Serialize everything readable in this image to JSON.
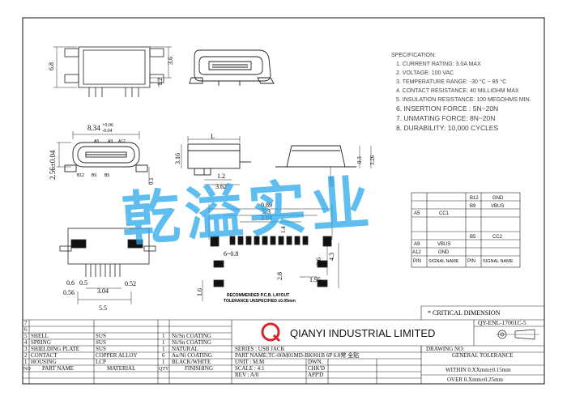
{
  "spec": {
    "heading": "SPECIFICATION:",
    "items": [
      "1. CURRENT RATING: 3.0A MAX",
      "2. VOLTAGE: 100 VAC",
      "3. TEMPERATURE RANGE: -30 °C ~ 85 °C",
      "4. CONTACT RESISTANCE: 40 MILLIOHM MAX",
      "5. INSULATION RESISTANCE: 100 MEGOHMS MIN.",
      "6. INSERTION FORCE : 5N~20N",
      "7. UNMATING FORCE: 8N~20N",
      "8. DURABILITY:   10,000 CYCLES"
    ]
  },
  "dims": {
    "top_height": "6.8",
    "top_right": "3.6",
    "top_small": "1.2",
    "front_width": "8.34",
    "front_width_tol_up": "+0.06",
    "front_width_tol_dn": "-0.04",
    "front_height": "2.56±0.04",
    "front_bottom": "0.1",
    "side_len": "L",
    "side_h": "3.16",
    "side_a": "1.2",
    "side_b": "3.62",
    "side_c": "0.05",
    "side_d": "0.3",
    "side_e": "3.26",
    "pcb_a": "9.89",
    "pcb_b": "5.3",
    "pcb_c": "3.04",
    "pcb_d": "1.4",
    "pcb_e": "6~0.8",
    "pcb_f": "3.6",
    "pcb_g": "4.3",
    "pcb_h": "2.8",
    "pcb_i": "1.95",
    "pcb_j": "1.6",
    "bottom_a": "0.6",
    "bottom_b": "0.5",
    "bottom_c": "0.56",
    "bottom_d": "3.04",
    "bottom_e": "0.52",
    "bottom_f": "5.5"
  },
  "pin_labels": {
    "top": [
      "A5",
      "A9",
      "A12"
    ],
    "bottom": [
      "B12",
      "B9",
      "B5"
    ]
  },
  "pcb_note": {
    "title": "RECOMMENDED P.C.B. LAYOUT",
    "tolerance": "TOLERANCE UNSPECIFIED ±0.05mm"
  },
  "pin_table": {
    "rows": [
      {
        "pin": "",
        "signal": "",
        "pin2": "B12",
        "signal2": "GND"
      },
      {
        "pin": "",
        "signal": "",
        "pin2": "B9",
        "signal2": "VBUS"
      },
      {
        "pin": "A5",
        "signal": "CC1",
        "pin2": "",
        "signal2": ""
      },
      {
        "pin": "",
        "signal": "",
        "pin2": "",
        "signal2": ""
      },
      {
        "pin": "",
        "signal": "",
        "pin2": "",
        "signal2": ""
      },
      {
        "pin": "",
        "signal": "",
        "pin2": "B5",
        "signal2": "CC2"
      },
      {
        "pin": "A9",
        "signal": "VBUS",
        "pin2": "",
        "signal2": ""
      },
      {
        "pin": "A12",
        "signal": "GND",
        "pin2": "",
        "signal2": ""
      },
      {
        "pin": "PIN",
        "signal": "SIGNAL NAME",
        "pin2": "PIN",
        "signal2": "SIGNAL NAME"
      }
    ]
  },
  "critical": "* CRITICAL  DIMENSION",
  "bom": {
    "rows": [
      {
        "no": "7",
        "part": "",
        "material": "",
        "qty": "",
        "finish": ""
      },
      {
        "no": "6",
        "part": "",
        "material": "",
        "qty": "",
        "finish": ""
      },
      {
        "no": "5",
        "part": "SHELL",
        "material": "SUS",
        "qty": "1",
        "finish": "Ni/Sn COATING"
      },
      {
        "no": "4",
        "part": "SPRING",
        "material": "SUS",
        "qty": "1",
        "finish": "Ni/Sn COATING"
      },
      {
        "no": "3",
        "part": "SHIELDING PLATE",
        "material": "SUS",
        "qty": "1",
        "finish": "NATURAL"
      },
      {
        "no": "2",
        "part": "CONTACT",
        "material": "COPPER ALLOY",
        "qty": "6",
        "finish": "Au/Ni COATING"
      },
      {
        "no": "1",
        "part": "HOUSING",
        "material": "LCP",
        "qty": "1",
        "finish": "BLACK/WHITE"
      },
      {
        "no": "NO",
        "part": "PART NAME",
        "material": "MATERIAL",
        "qty": "QTY",
        "finish": "FINISHING"
      }
    ]
  },
  "title_block": {
    "company": "QIANYI INDUSTRIAL LIMITED",
    "drawing_no_label": "DRAWING NO:",
    "drawing_no": "QY-ENL-17001C-5",
    "series": "SERIES : USB JACK",
    "part_name": "PART NAME:TC-06M01MD-BK001B  6P 6.8常 全贴",
    "general_tolerance": "GENERAL TOLERANCE",
    "unit": "UNIT : M.M",
    "dwn": "DWN.",
    "scale": "SCALE : 4:1",
    "chkd": "CHK'D",
    "rev": "REV : A/0",
    "appd": "APP'D",
    "within": "WITHIN 0.XXmm±0.15mm",
    "over": "OVER   0.Xmm±0.25mm"
  },
  "watermark": "乾溢实业",
  "colors": {
    "line": "#111111",
    "watermark": "#2aa7ea",
    "logo_red": "#d7262b"
  }
}
